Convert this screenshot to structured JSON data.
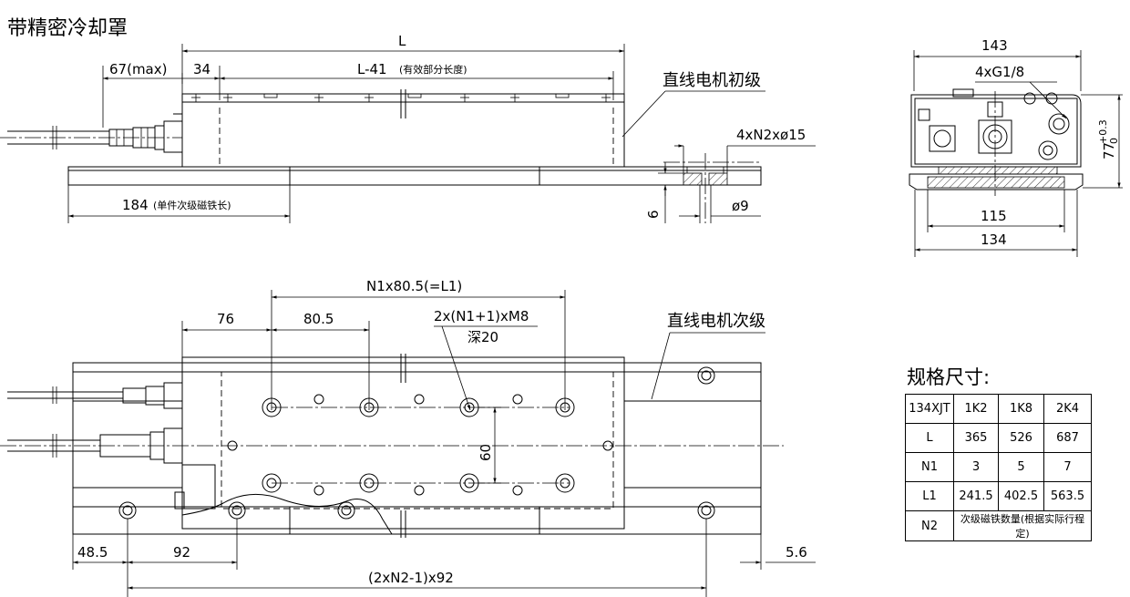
{
  "title": "带精密冷却罩",
  "top_view": {
    "dim_L": "L",
    "dim_cable": "67(max)",
    "dim_34": "34",
    "dim_eff": "L-41",
    "dim_eff_note": "(有效部分长度)",
    "label_primary": "直线电机初级",
    "dim_holes": "4xN2xø15",
    "dim_184": "184",
    "dim_184_note": "(单件次级磁铁长)",
    "dim_6": "6",
    "dim_9": "ø9"
  },
  "end_view": {
    "dim_143": "143",
    "dim_port": "4xG1/8",
    "dim_77": "77",
    "tol_upper": "+0.3",
    "tol_lower": "0",
    "dim_115": "115",
    "dim_134": "134"
  },
  "plan_view": {
    "dim_n1": "N1x80.5(=L1)",
    "dim_76": "76",
    "dim_80_5": "80.5",
    "dim_thread": "2x(N1+1)xM8",
    "dim_depth": "深20",
    "label_secondary": "直线电机次级",
    "dim_60": "60",
    "dim_48_5": "48.5",
    "dim_92": "92",
    "dim_5_6": "5.6",
    "dim_pitch": "(2xN2-1)x92"
  },
  "spec": {
    "title": "规格尺寸:",
    "rows": [
      [
        "134XJT",
        "1K2",
        "1K8",
        "2K4"
      ],
      [
        "L",
        "365",
        "526",
        "687"
      ],
      [
        "N1",
        "3",
        "5",
        "7"
      ],
      [
        "L1",
        "241.5",
        "402.5",
        "563.5"
      ]
    ],
    "n2_label": "N2",
    "n2_note": "次级磁铁数量(根据实际行程定)"
  }
}
